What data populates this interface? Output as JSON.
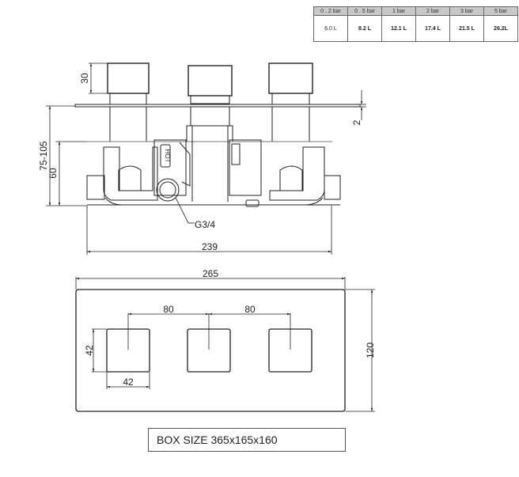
{
  "flow_table": {
    "headers": [
      "0 . 2 bar",
      "0 . 5 bar",
      "1  bar",
      "2  bar",
      "3  bar",
      "5  bar"
    ],
    "values": [
      "6.0  L",
      "8.2 L",
      "12.1  L",
      "17.4  L",
      "21.5 L",
      "26.2L"
    ]
  },
  "side_view": {
    "dim_handle_height": "30",
    "dim_depth_range": "75-105",
    "dim_body_depth": "60",
    "dim_plate_thickness": "2",
    "connection_label": "G3/4",
    "dim_body_width": "239",
    "hot_label": "HOT"
  },
  "front_view": {
    "dim_plate_width": "265",
    "dim_plate_height": "120",
    "dim_spacing_left": "80",
    "dim_spacing_right": "80",
    "dim_handle_height": "42",
    "dim_handle_width": "42"
  },
  "box_size": "BOX SIZE  365x165x160"
}
